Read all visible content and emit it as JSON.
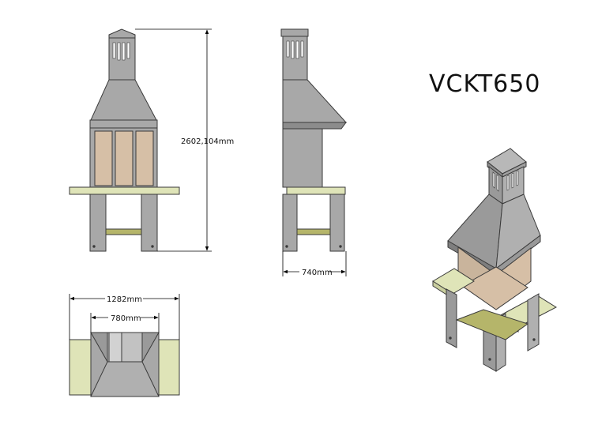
{
  "model": "VCKT650",
  "dimensions": {
    "height": "2602,104mm",
    "side_depth": "740mm",
    "total_width": "1282mm",
    "inner_width": "780mm"
  },
  "colors": {
    "steel": "#a8a8a8",
    "steel_dark": "#8c8c8c",
    "outline": "#3a3a3a",
    "firebrick": "#d6bfa6",
    "shelf": "#dfe4b8",
    "base_shelf": "#b5b56a",
    "line": "#000000"
  }
}
